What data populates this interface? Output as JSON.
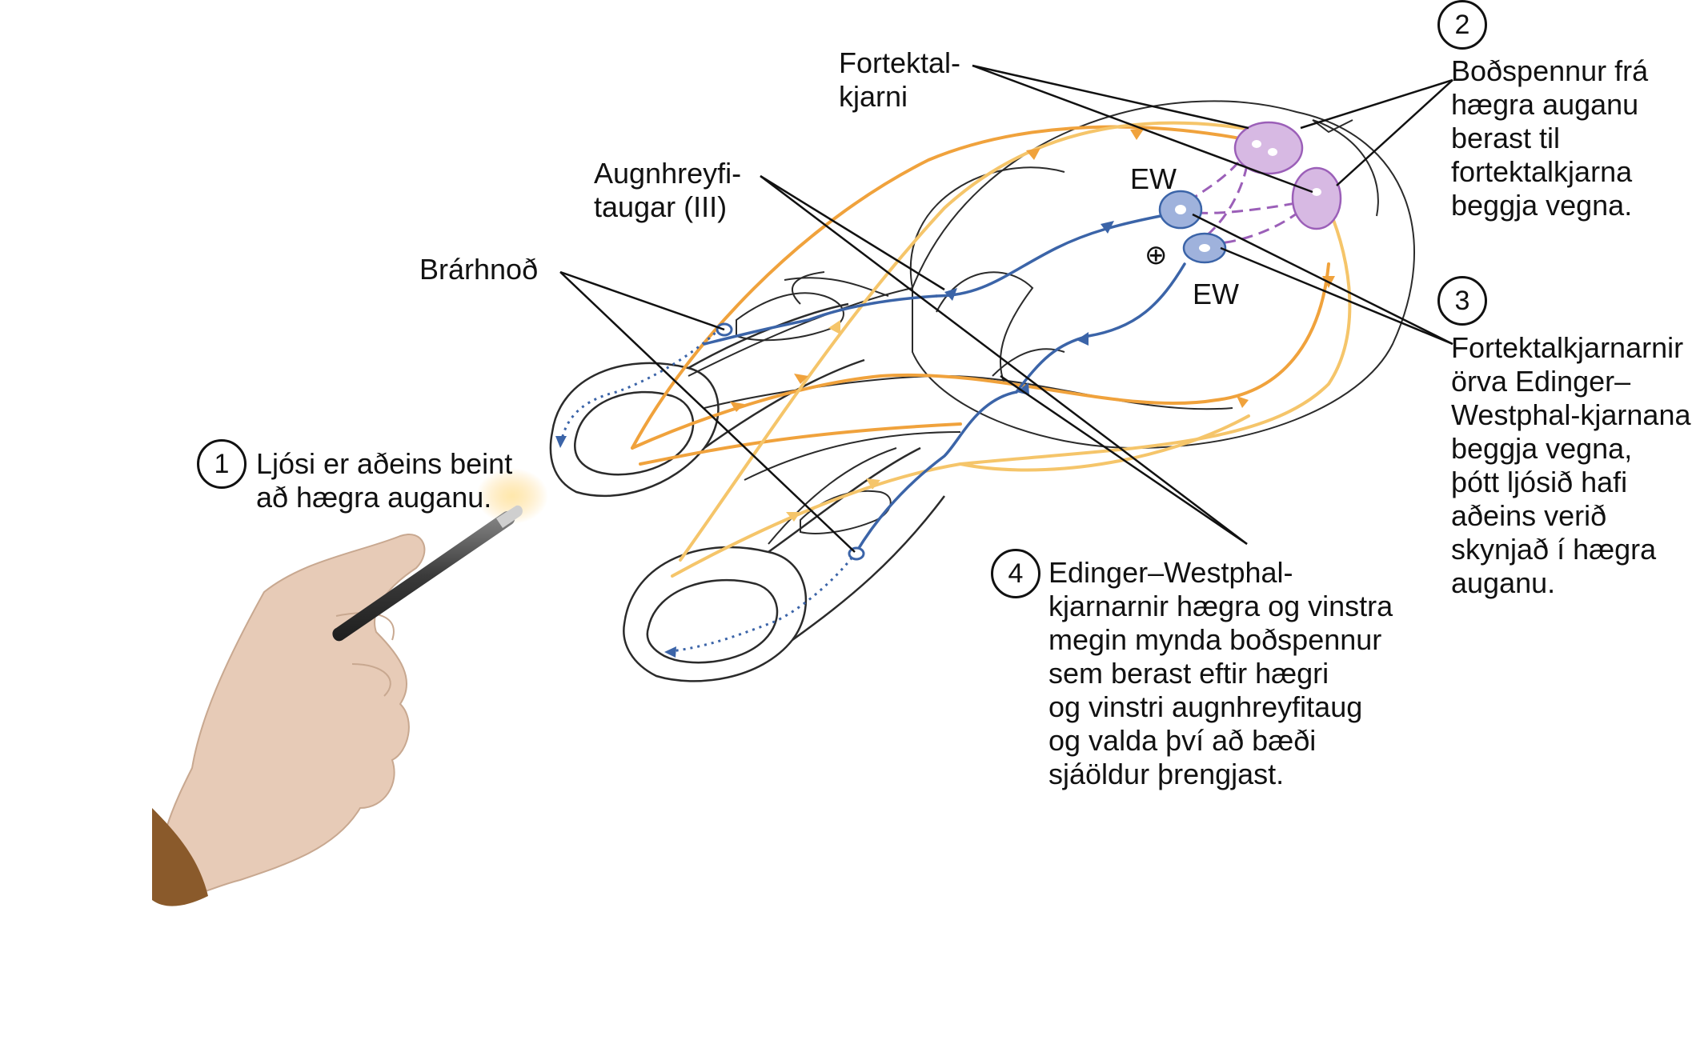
{
  "labels": {
    "fortektal": "Fortektal-\nkjarni",
    "augnhreyfi": "Augnhreyfi-\ntaugar (III)",
    "brarhnod": "Brárhnoð",
    "ew_top": "EW",
    "ew_bottom": "EW",
    "plus": "⊕"
  },
  "steps": [
    {
      "num": "1",
      "text": "Ljósi er aðeins beint\nað hægra auganu."
    },
    {
      "num": "2",
      "text": "Boðspennur frá\nhægra auganu\nberast til\nfortektalkjarna\nbeggja vegna."
    },
    {
      "num": "3",
      "text": "Fortektalkjarnarnir\nörva Edinger–\nWestphal-kjarnana\nbeggja vegna,\nþótt ljósið hafi\naðeins verið\nskynjað í hægra\nauganu."
    },
    {
      "num": "4",
      "text": "Edinger–Westphal-\nkjarnarnir hægra og vinstra\nmegin mynda boðspennur\nsem berast eftir hægri\nog vinstri augnhreyfitaug\nog valda því að bæði\nsjáöldur þrengjast."
    }
  ],
  "colors": {
    "orange_path": "#f0a23c",
    "yellow_path": "#f5c56a",
    "blue_path": "#3b64a8",
    "purple_path": "#9b5fb8",
    "pretectal_fill": "#d7b9e3",
    "ew_fill": "#9fb2dc",
    "glove": "#e7cbb7",
    "outline": "#333333"
  }
}
